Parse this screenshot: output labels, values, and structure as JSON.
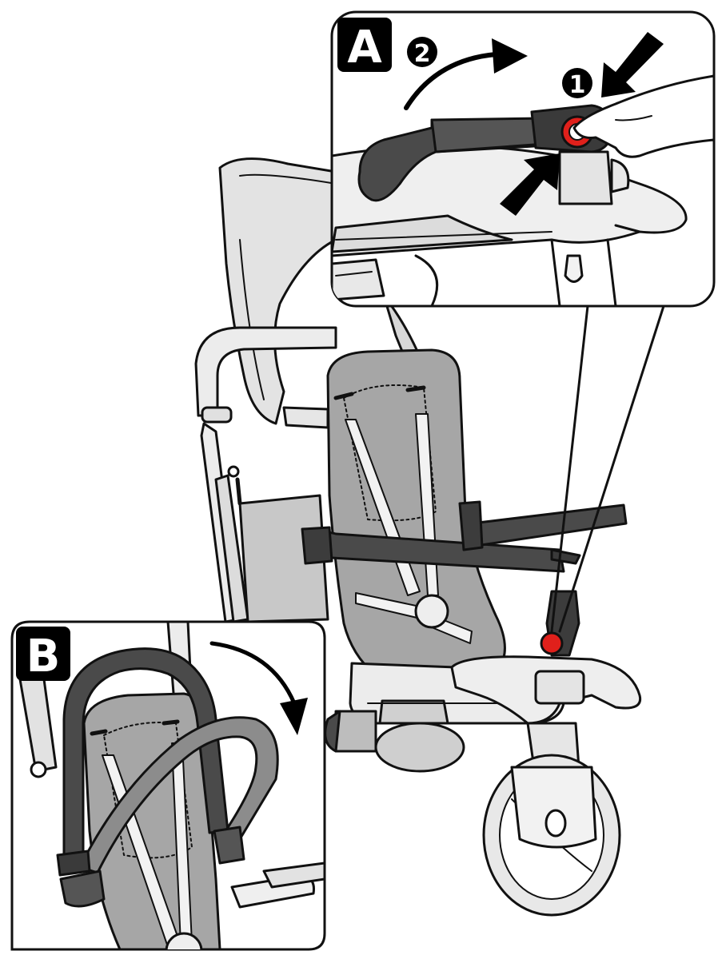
{
  "panels": {
    "a": {
      "label": "A"
    },
    "b": {
      "label": "B"
    }
  },
  "steps": {
    "press": "1",
    "rotate": "2"
  },
  "colors": {
    "line": "#111111",
    "seat_gray": "#a6a6a6",
    "seat_dark": "#8d8d8d",
    "bar_dark": "#4a4a4a",
    "bar_mid": "#8c8c8c",
    "frame_light": "#e6e6e6",
    "button_red": "#e0201b",
    "label_bg": "#000000",
    "label_text": "#ffffff"
  }
}
